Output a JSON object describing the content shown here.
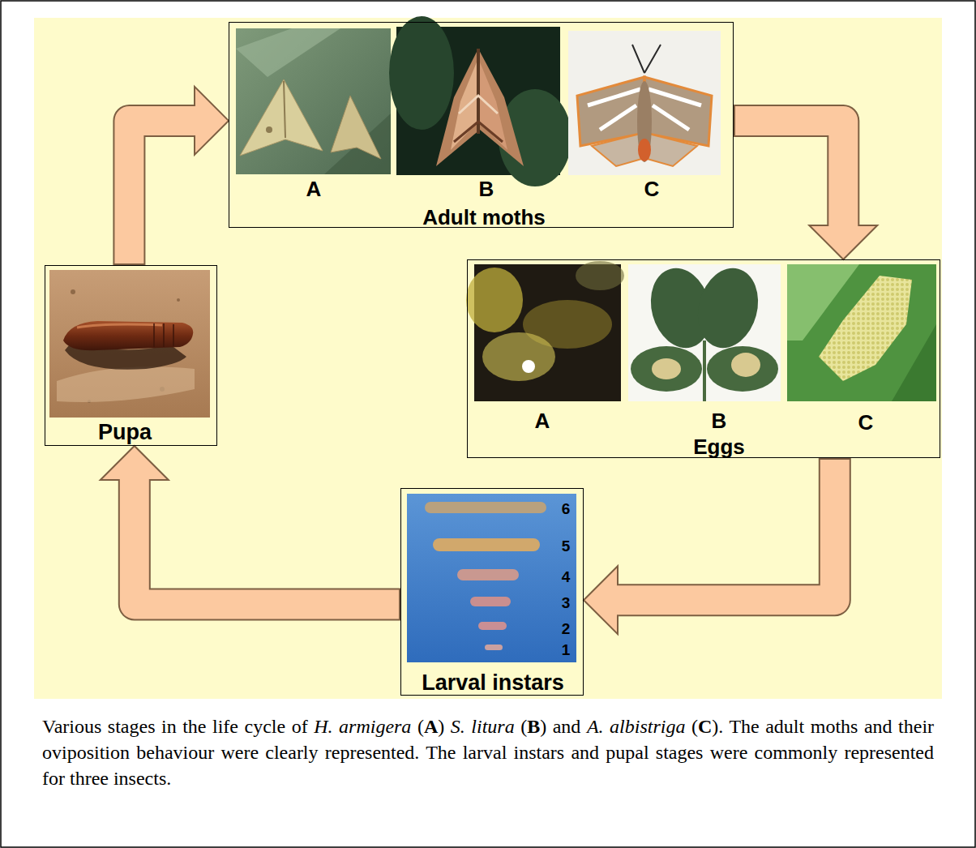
{
  "diagram": {
    "caption": "Various stages in the life cycle of H. armigera (A) S. litura (B) and A. albistriga (C). The adult moths and their oviposition behaviour were clearly represented. The larval instars and pupal stages were commonly represented for three insects.",
    "nodes": [
      {
        "text": [
          "A",
          "B",
          "C",
          "Adult moths"
        ]
      },
      {
        "text": [
          "A",
          "B",
          "C",
          "Eggs"
        ]
      },
      {
        "text": [
          "6",
          "5",
          "4",
          "3",
          "2",
          "1",
          "Larval instars"
        ]
      },
      {
        "text": [
          "Pupa"
        ]
      }
    ],
    "edges": [
      {
        "from": 0,
        "to": 1,
        "arrow": "to"
      },
      {
        "from": 1,
        "to": 2,
        "arrow": "to"
      },
      {
        "from": 2,
        "to": 3,
        "arrow": "to"
      },
      {
        "from": 3,
        "to": 0,
        "arrow": "to"
      }
    ]
  }
}
